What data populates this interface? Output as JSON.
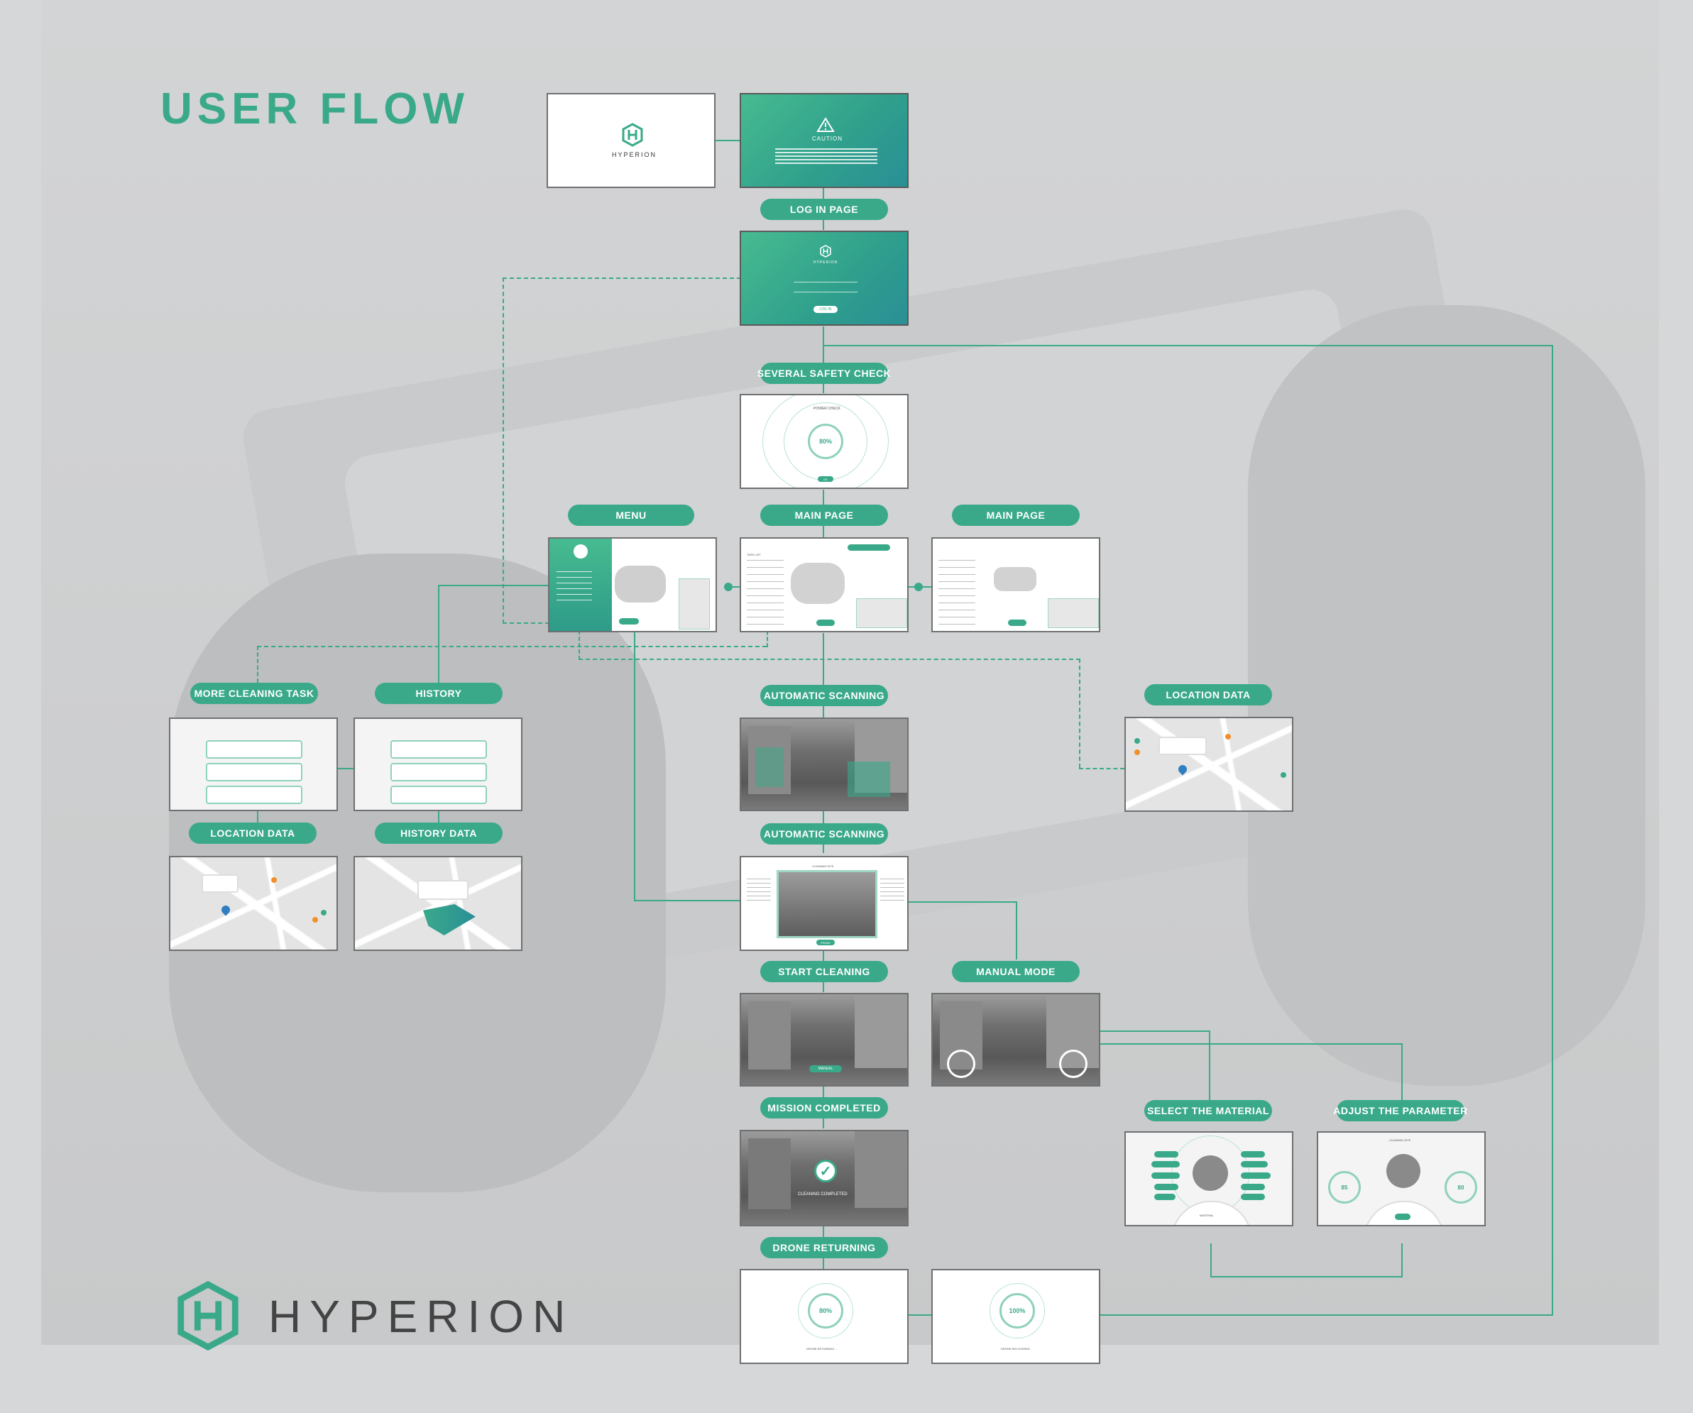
{
  "header": {
    "title": "USER FLOW"
  },
  "brand": {
    "logo_text": "HYPERION",
    "accent_color": "#3aa98a"
  },
  "flow_labels": {
    "login": "LOG IN PAGE",
    "safety": "SEVERAL SAFETY CHECK",
    "menu": "MENU",
    "main_page": "MAIN PAGE",
    "main_page_2": "MAIN PAGE",
    "more_cleaning": "MORE CLEANING TASK",
    "history": "HISTORY",
    "location_data_left": "LOCATION DATA",
    "history_data": "HISTORY  DATA",
    "automatic_scanning_1": "AUTOMATIC SCANNING",
    "automatic_scanning_2": "AUTOMATIC SCANNING",
    "location_data_right": "LOCATION DATA",
    "start_cleaning": "START CLEANING",
    "manual_mode": "MANUAL MODE",
    "mission_completed": "MISSION COMPLETED",
    "select_material": "SELECT THE MATERIAL",
    "adjust_parameter": "ADJUST THE PARAMETER",
    "drone_returning": "DRONE RETURNING"
  },
  "screens": {
    "splash_logo": "HYPERION",
    "caution_title": "CAUTION",
    "login_logo": "HYPERION",
    "login_button": "LOG IN",
    "safety_title": "POWER CHECK",
    "safety_value": "80%",
    "safety_button": "OK",
    "task_list": "TASK LIST",
    "start_button": "START",
    "cleaning_site": "CLEANING SITE",
    "erase_button": "ERASE",
    "manual_badge": "MANUAL",
    "cleaning_completed": "CLEANING COMPLETED",
    "material_label": "MATERIAL",
    "cleaning_site_param": "CLEANING SITE",
    "param_left_value": "85",
    "param_right_value": "80",
    "return_value_1": "80%",
    "return_caption_1": "DRONE RETURNING ...",
    "return_value_2": "100%",
    "return_caption_2": "DRONE RECOVERED"
  }
}
